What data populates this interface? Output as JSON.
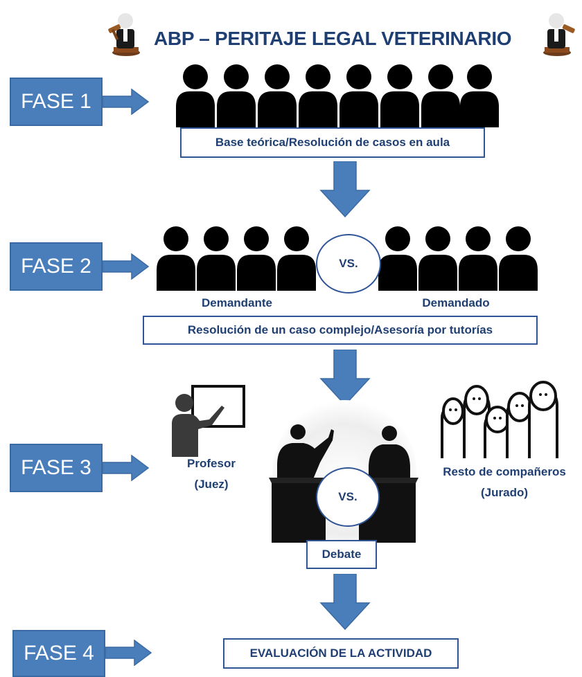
{
  "title": "ABP – PERITAJE LEGAL VETERINARIO",
  "phases": [
    "FASE 1",
    "FASE 2",
    "FASE 3",
    "FASE 4"
  ],
  "fase1": {
    "box": "Base teórica/Resolución de casos en aula"
  },
  "fase2": {
    "vs": "VS.",
    "left": "Demandante",
    "right": "Demandado",
    "box": "Resolución de un caso complejo/Asesoría por tutorías"
  },
  "fase3": {
    "teacher_line1": "Profesor",
    "teacher_line2": "(Juez)",
    "vs": "VS.",
    "jury_line1": "Resto de compañeros",
    "jury_line2": "(Jurado)",
    "box": "Debate"
  },
  "fase4": {
    "box": "EVALUACIÓN DE LA ACTIVIDAD"
  },
  "colors": {
    "phase_fill": "#4a7ebb",
    "text_blue": "#1f3f73",
    "border_blue": "#2f5597"
  },
  "icons": [
    "judge-icon",
    "person-icon",
    "arrow-right-icon",
    "arrow-down-icon",
    "teacher-icon",
    "debate-icon",
    "jury-icon"
  ]
}
